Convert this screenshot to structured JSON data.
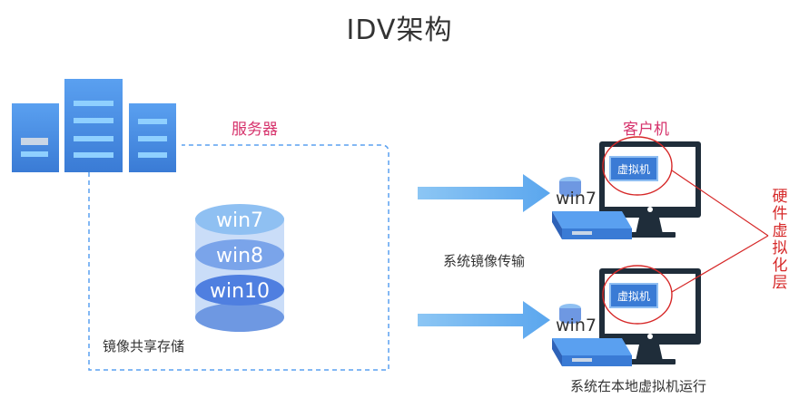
{
  "title": "IDV架构",
  "server_label": "服务器",
  "client_label": "客户机",
  "transfer_label": "系统镜像传输",
  "storage_label": "镜像共享存储",
  "local_run_label": "系统在本地虚拟机运行",
  "hw_layer_label": "硬件虚拟化层",
  "images": [
    "win7",
    "win8",
    "win10"
  ],
  "clients": [
    {
      "os": "win7",
      "vm_label": "虚拟机"
    },
    {
      "os": "win7",
      "vm_label": "虚拟机"
    }
  ],
  "colors": {
    "primary_blue": "#3a7bd5",
    "light_blue": "#5aa0f0",
    "arrow_blue": "#6cb4f0",
    "accent_pink": "#d6336c",
    "accent_red": "#d62828",
    "monitor_dark": "#1f2d3a"
  },
  "icons": [
    "server-rack-icon",
    "database-stack-icon",
    "monitor-icon",
    "terminal-box-icon",
    "arrow-right-icon"
  ]
}
